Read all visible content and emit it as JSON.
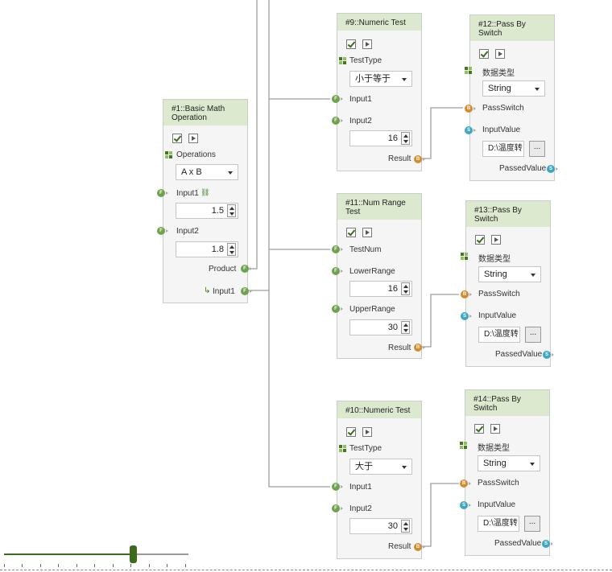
{
  "nodes": {
    "basic_math": {
      "title": "#1::Basic Math Operation",
      "operations_label": "Operations",
      "operation_value": "A x B",
      "input1_label": "Input1",
      "input1_value": "1.5",
      "input2_label": "Input2",
      "input2_value": "1.8",
      "product_label": "Product",
      "input1_out_label": "Input1"
    },
    "numeric_test_9": {
      "title": "#9::Numeric Test",
      "testtype_label": "TestType",
      "testtype_value": "小于等于",
      "input1_label": "Input1",
      "input2_label": "Input2",
      "input2_value": "16",
      "result_label": "Result"
    },
    "num_range_11": {
      "title": "#11::Num Range Test",
      "testnum_label": "TestNum",
      "lower_label": "LowerRange",
      "lower_value": "16",
      "upper_label": "UpperRange",
      "upper_value": "30",
      "result_label": "Result"
    },
    "numeric_test_10": {
      "title": "#10::Numeric Test",
      "testtype_label": "TestType",
      "testtype_value": "大于",
      "input1_label": "Input1",
      "input2_label": "Input2",
      "input2_value": "30",
      "result_label": "Result"
    },
    "pass_12": {
      "title": "#12::Pass By Switch",
      "datatype_label": "数据类型",
      "datatype_value": "String",
      "passswitch_label": "PassSwitch",
      "inputvalue_label": "InputValue",
      "inputvalue_value": "D:\\温度转",
      "browse_label": "...",
      "passed_label": "PassedValue"
    },
    "pass_13": {
      "title": "#13::Pass By Switch",
      "datatype_label": "数据类型",
      "datatype_value": "String",
      "passswitch_label": "PassSwitch",
      "inputvalue_label": "InputValue",
      "inputvalue_value": "D:\\温度转",
      "browse_label": "...",
      "passed_label": "PassedValue"
    },
    "pass_14": {
      "title": "#14::Pass By Switch",
      "datatype_label": "数据类型",
      "datatype_value": "String",
      "passswitch_label": "PassSwitch",
      "inputvalue_label": "InputValue",
      "inputvalue_value": "D:\\温度转",
      "browse_label": "...",
      "passed_label": "PassedValue"
    }
  },
  "ports": {
    "f": "F",
    "b": "B",
    "s": "S"
  },
  "zoom": {
    "level": 0.7
  },
  "colors": {
    "header": "#dce9cf",
    "float_port": "#6fa24d",
    "bool_port": "#d58b2c",
    "string_port": "#3ea6c4",
    "accent": "#3d6a1d"
  }
}
